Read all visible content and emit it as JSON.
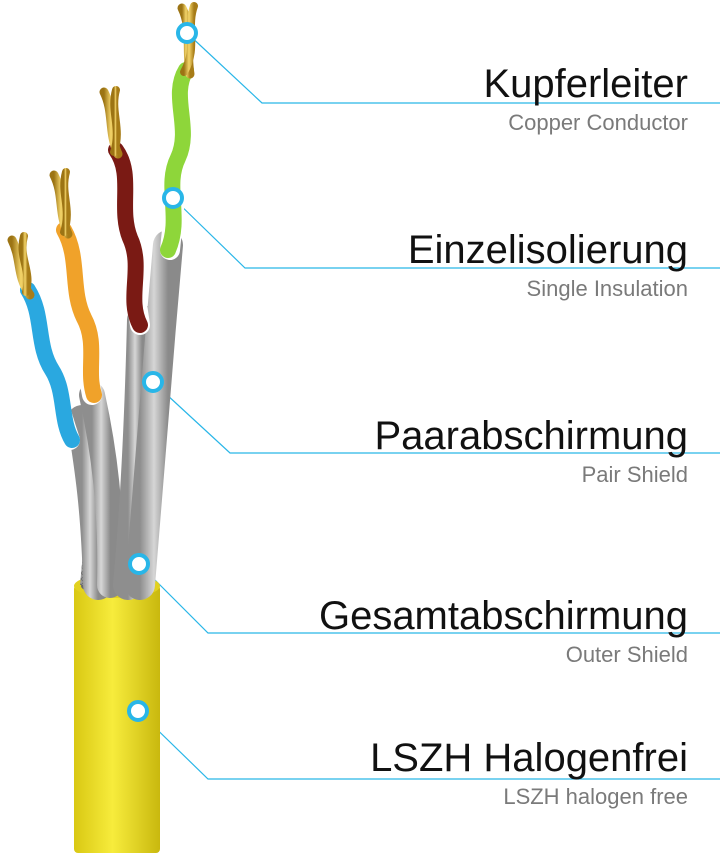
{
  "colors": {
    "accent": "#29b6e8",
    "jacket": "#f1e42a",
    "foil": "#b8b8b8",
    "copper": "#d8a82c",
    "pair_colors": [
      "#2aa8e0",
      "#f0a22a",
      "#7a1a14",
      "#8ed63a"
    ]
  },
  "callouts": [
    {
      "label_de": "Kupferleiter",
      "label_en": "Copper Conductor",
      "icon": "marker-dot"
    },
    {
      "label_de": "Einzelisolierung",
      "label_en": "Single Insulation",
      "icon": "marker-dot"
    },
    {
      "label_de": "Paarabschirmung",
      "label_en": "Pair Shield",
      "icon": "marker-dot"
    },
    {
      "label_de": "Gesamtabschirmung",
      "label_en": "Outer Shield",
      "icon": "marker-dot"
    },
    {
      "label_de": "LSZH Halogenfrei",
      "label_en": "LSZH halogen free",
      "icon": "marker-dot"
    }
  ]
}
